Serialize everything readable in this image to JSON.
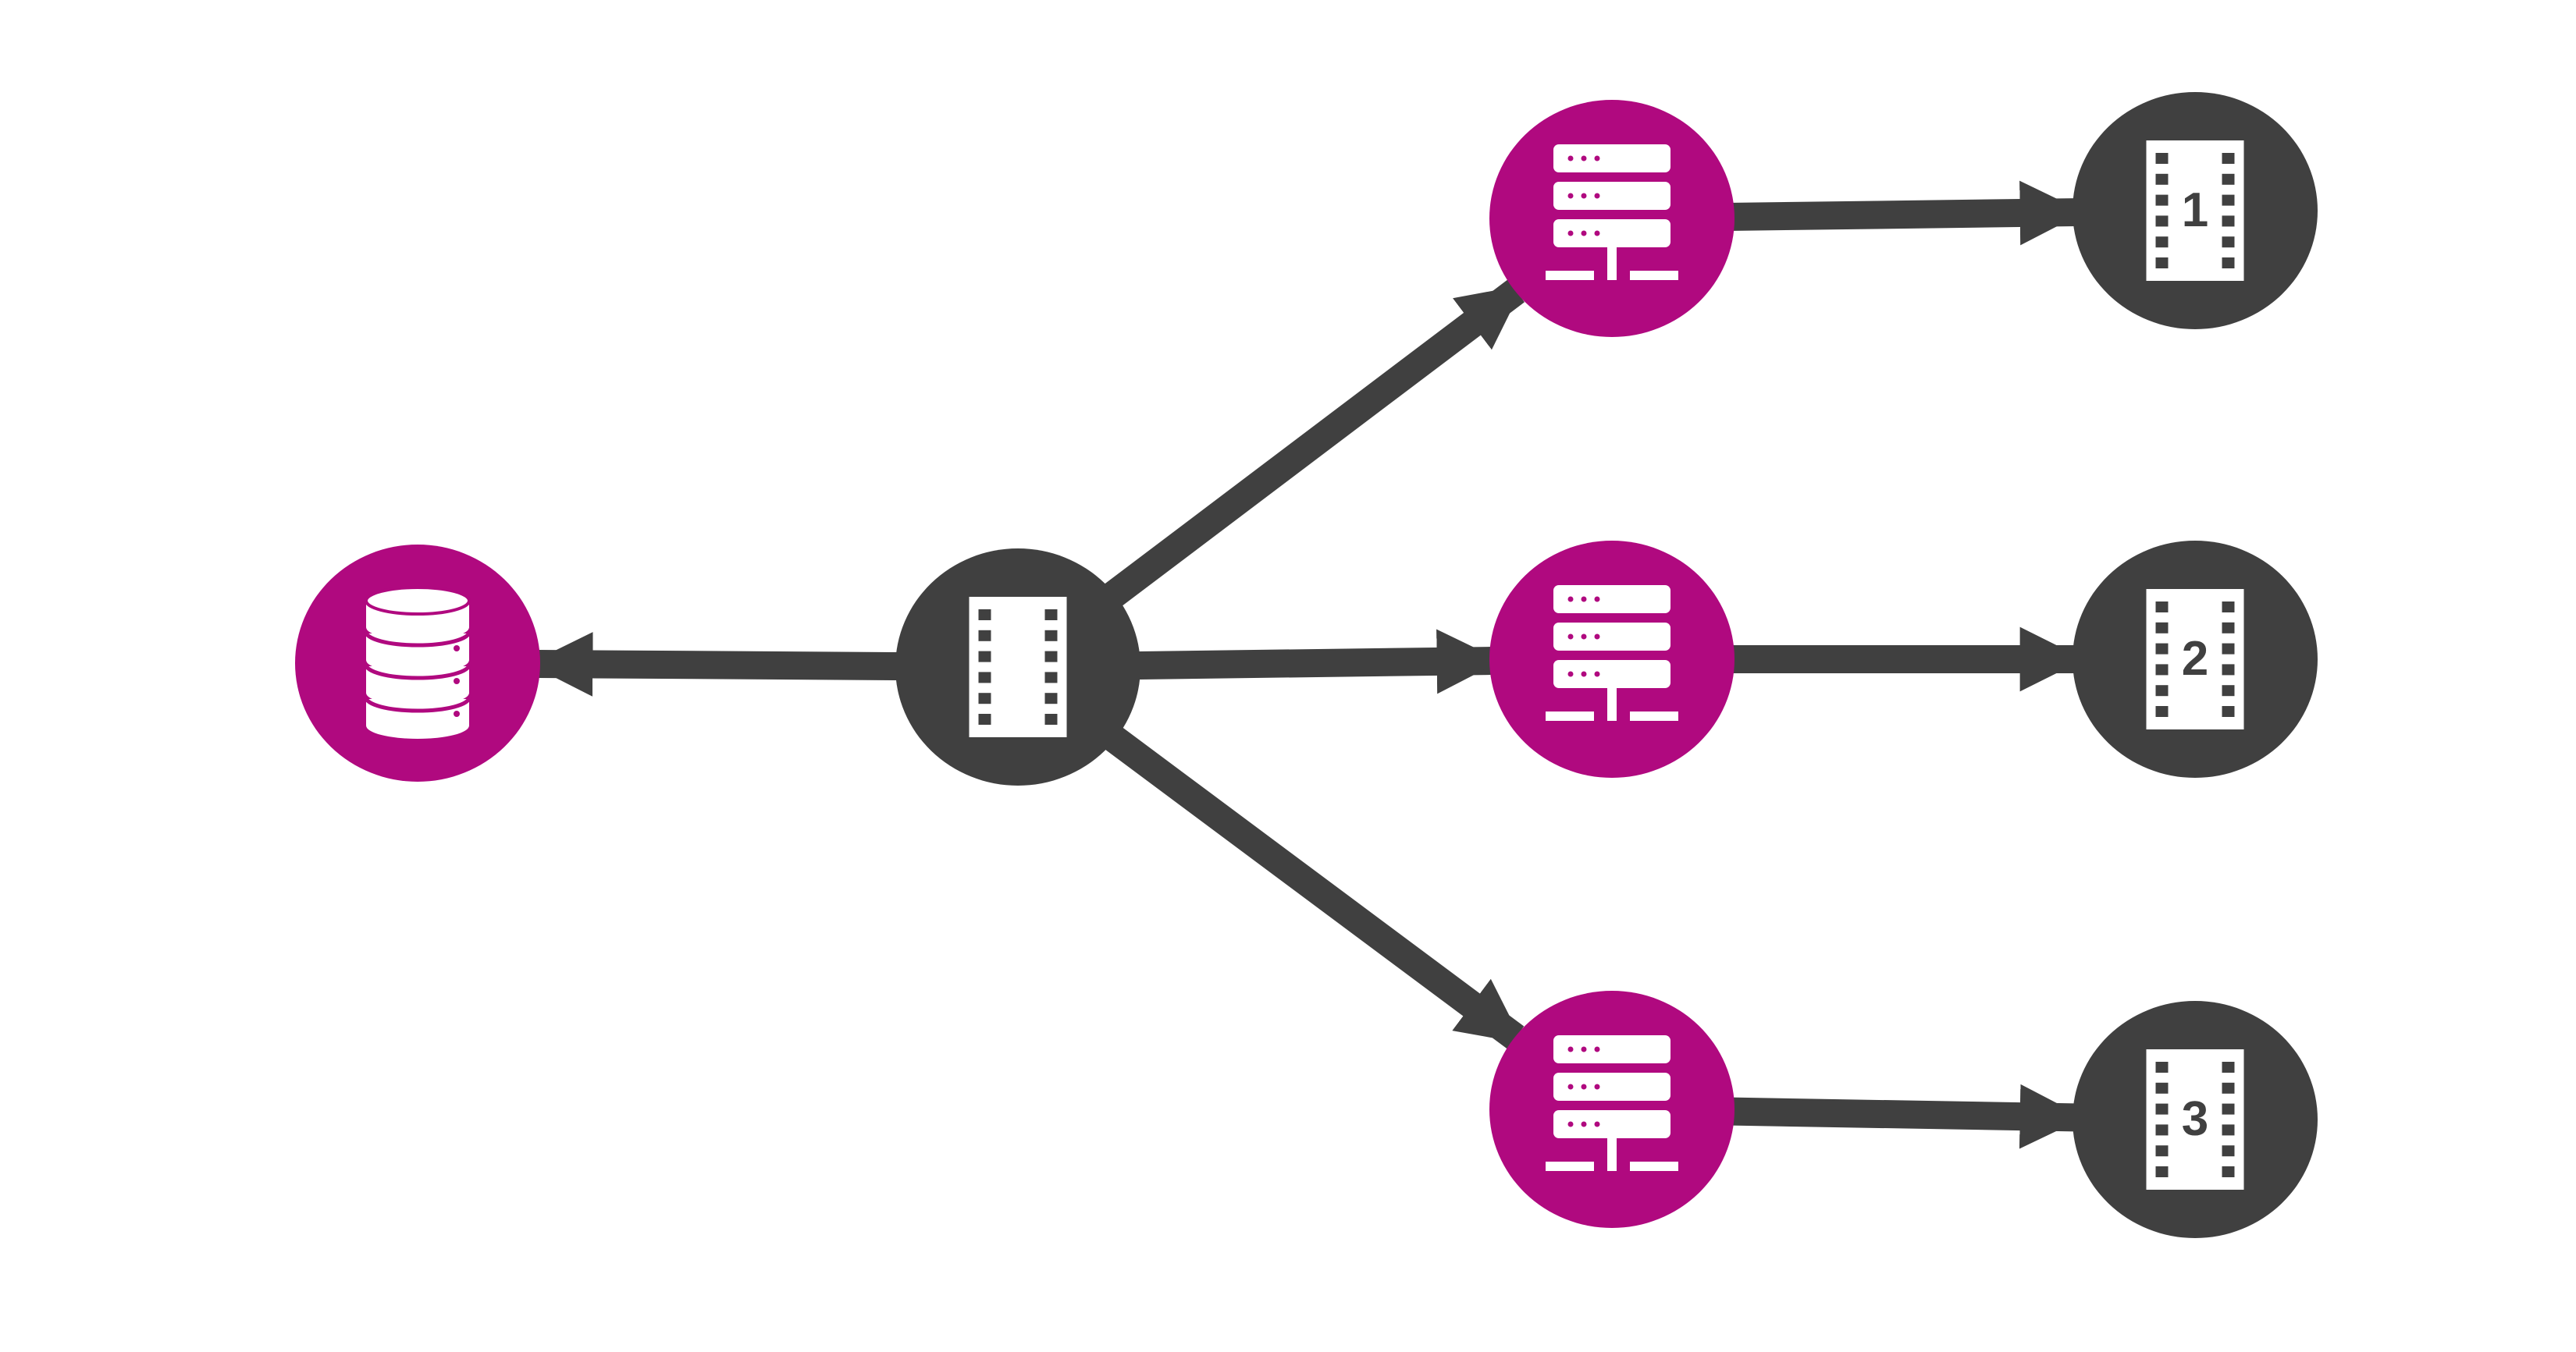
{
  "colors": {
    "background": "#ffffff",
    "dark_node": "#404040",
    "accent_node": "#b0097f",
    "arrow": "#404040",
    "icon": "#ffffff"
  },
  "nodes": [
    {
      "id": "database",
      "icon": "database-icon",
      "style": "accent"
    },
    {
      "id": "source-video",
      "icon": "film-icon",
      "style": "dark"
    },
    {
      "id": "server-1",
      "icon": "server-icon",
      "style": "accent"
    },
    {
      "id": "server-2",
      "icon": "server-icon",
      "style": "accent"
    },
    {
      "id": "server-3",
      "icon": "server-icon",
      "style": "accent"
    },
    {
      "id": "output-1",
      "icon": "film-icon",
      "style": "dark",
      "label": "1"
    },
    {
      "id": "output-2",
      "icon": "film-icon",
      "style": "dark",
      "label": "2"
    },
    {
      "id": "output-3",
      "icon": "film-icon",
      "style": "dark",
      "label": "3"
    }
  ],
  "edges": [
    {
      "from": "source-video",
      "to": "database"
    },
    {
      "from": "source-video",
      "to": "server-1"
    },
    {
      "from": "source-video",
      "to": "server-2"
    },
    {
      "from": "source-video",
      "to": "server-3"
    },
    {
      "from": "server-1",
      "to": "output-1"
    },
    {
      "from": "server-2",
      "to": "output-2"
    },
    {
      "from": "server-3",
      "to": "output-3"
    }
  ]
}
